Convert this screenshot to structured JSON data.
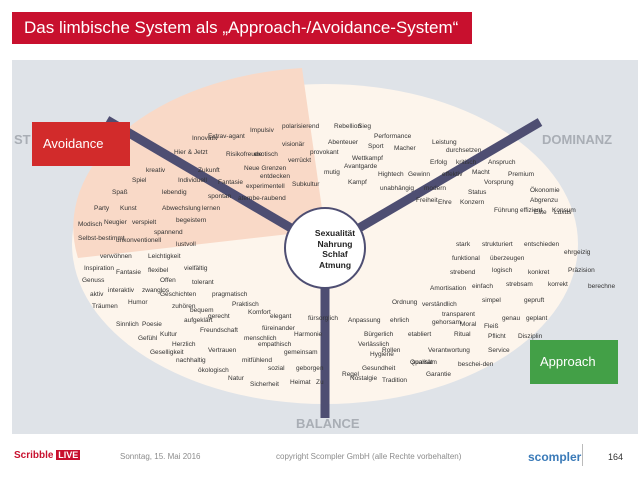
{
  "title": "Das limbische System als „Approach-/Avoidance-System“",
  "corners": {
    "stimulanz": "ST",
    "dominanz": "DOMINANZ",
    "balance": "BALANCE"
  },
  "badges": {
    "avoidance": "Avoidance",
    "approach": "Approach"
  },
  "center": [
    "Sexualität",
    "Nahrung",
    "Schlaf",
    "Atmung"
  ],
  "words": [
    "Impulsiv",
    "polarisierend",
    "Rebellion",
    "Sieg",
    "Performance",
    "Leistung",
    "Innovativ",
    "Extrav-agant",
    "visionär",
    "Abenteuer",
    "Sport",
    "Macher",
    "durchsetzen",
    "Hier & Jetzt",
    "Risikofreude",
    "exotisch",
    "provokant",
    "Wettkampf",
    "Erfolg",
    "kritisch",
    "Anspruch",
    "kreativ",
    "Zukunft",
    "verrückt",
    "Avantgarde",
    "effektiv",
    "Macht",
    "Premium",
    "Neue Grenzen",
    "entdecken",
    "mutig",
    "Hightech",
    "Gewinn",
    "Vorsprung",
    "Spiel",
    "Individuell",
    "Fantasie",
    "Kampf",
    "modern",
    "Ökonomie",
    "Spaß",
    "lebendig",
    "spontan",
    "experimentell",
    "Subkultur",
    "unabhängig",
    "Status",
    "Party",
    "Kunst",
    "Abwechslung",
    "lernen",
    "atembe-raubend",
    "Freiheit",
    "Abgrenzu",
    "Modisch",
    "Neugier",
    "verspielt",
    "begeistern",
    "Elite",
    "Luxus",
    "spannend",
    "Ehre",
    "Konzern",
    "Führung",
    "effizient",
    "Konsum",
    "Selbst-bestimmt",
    "unkonventionell",
    "lustvoll",
    "stark",
    "strukturiert",
    "entschieden",
    "verwöhnen",
    "Leichtigkeit",
    "funktional",
    "überzeugen",
    "ehrgeizig",
    "Inspiration",
    "Fantasie",
    "flexibel",
    "vielfältig",
    "strebend",
    "logisch",
    "konkret",
    "Präzision",
    "Genuss",
    "Offen",
    "tolerant",
    "Amortisation",
    "einfach",
    "strebsam",
    "korrekt",
    "berechne",
    "aktiv",
    "interaktiv",
    "zwanglos",
    "Geschichten",
    "pragmatisch",
    "simpel",
    "gepruft",
    "Träumen",
    "Humor",
    "zuhören",
    "bequem",
    "Praktisch",
    "Ordnung",
    "verständlich",
    "transparent",
    "genau",
    "geplant",
    "Sinnlich",
    "Poesie",
    "aufgeklärt",
    "gerecht",
    "Komfort",
    "elegant",
    "fürsorglich",
    "Kultur",
    "Freundschaft",
    "füreinander",
    "Anpassung",
    "ehrlich",
    "gehorsam",
    "Moral",
    "Fleiß",
    "Gefühl",
    "Herzlich",
    "menschlich",
    "Harmonie",
    "Bürgerlich",
    "etabliert",
    "Ritual",
    "Pflicht",
    "Disziplin",
    "Geselligkeit",
    "Vertrauen",
    "empathisch",
    "Verlässlich",
    "Rollen",
    "Verantwortung",
    "Service",
    "nachhaltig",
    "mitfühlend",
    "gemeinsam",
    "Hygiene",
    "Qualität",
    "ökologisch",
    "sozial",
    "geborgen",
    "Gesundheit",
    "sparsam",
    "beschei-den",
    "Natur",
    "Sicherheit",
    "Heimat",
    "Zu",
    "Nostalgie",
    "Tradition",
    "Garantie",
    "Regel"
  ],
  "footer": {
    "logo_left": "Scribble",
    "logo_left_badge": "LIVE",
    "date": "Sonntag, 15. Mai 2016",
    "copyright": "copyright Scompler GmbH (alle Rechte vorbehalten)",
    "logo_right": "scompler",
    "page": "164"
  },
  "colors": {
    "accent": "#c8102e",
    "avoid": "#d22b2b",
    "approach": "#43a047",
    "ellipse": "#fdf5ec",
    "sector": "#f9d9c7",
    "background": "#dfe3e8"
  }
}
